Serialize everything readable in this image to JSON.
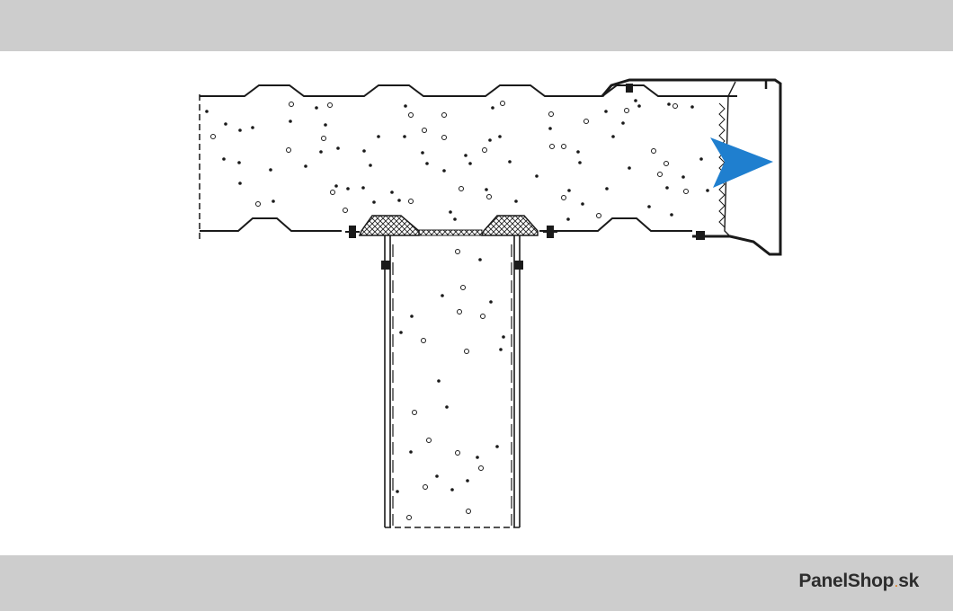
{
  "header_band": {
    "color": "#cdcdcd"
  },
  "drawing": {
    "subject": "sandwich-panel-t-joint",
    "line_color": "#1a1a1a",
    "arrow_color": "#1f7fcf"
  },
  "footer": {
    "brand_main": "PanelShop",
    "brand_dot": ".",
    "brand_tld": "sk",
    "brand_dot_color": "#e07c1a"
  }
}
